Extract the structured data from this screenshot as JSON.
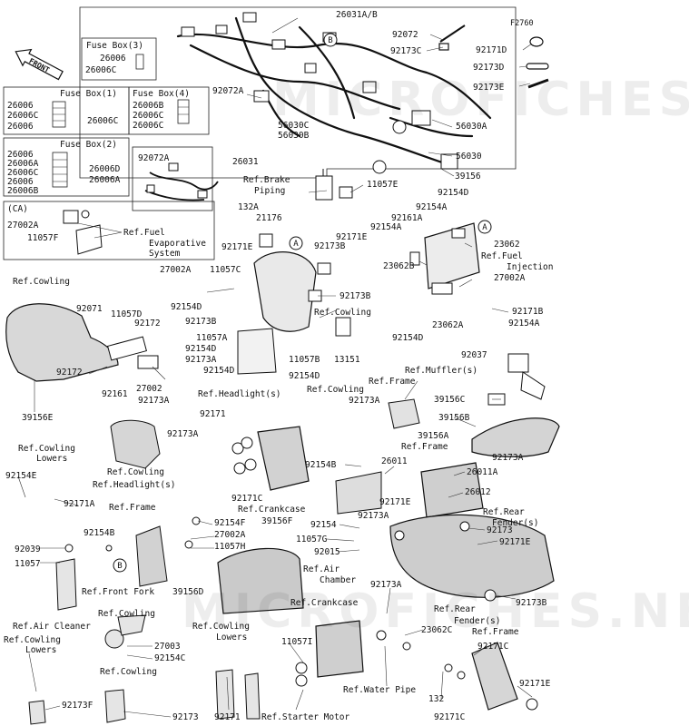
{
  "diagram": {
    "code": "F2760",
    "front_label": "FRONT",
    "watermarks": [
      "MICROFICHES.NET",
      "MICROFICHES.NET"
    ],
    "callouts": [
      "A",
      "B"
    ],
    "labels": [
      {
        "id": "l01",
        "t": "26031A/B"
      },
      {
        "id": "l02",
        "t": "F2760"
      },
      {
        "id": "l03",
        "t": "92072"
      },
      {
        "id": "l04",
        "t": "92171D"
      },
      {
        "id": "l05",
        "t": "92173C"
      },
      {
        "id": "l06",
        "t": "92173D"
      },
      {
        "id": "l07",
        "t": "92173E"
      },
      {
        "id": "l08",
        "t": "Fuse Box(3)"
      },
      {
        "id": "l09",
        "t": "26006"
      },
      {
        "id": "l10",
        "t": "26006C"
      },
      {
        "id": "l11",
        "t": "Fuse Box(1)"
      },
      {
        "id": "l12",
        "t": "Fuse Box(4)"
      },
      {
        "id": "l13",
        "t": "26006"
      },
      {
        "id": "l14",
        "t": "26006C"
      },
      {
        "id": "l15",
        "t": "26006"
      },
      {
        "id": "l16",
        "t": "26006C"
      },
      {
        "id": "l17",
        "t": "26006B"
      },
      {
        "id": "l18",
        "t": "26006C"
      },
      {
        "id": "l19",
        "t": "26006C"
      },
      {
        "id": "l20",
        "t": "92072A"
      },
      {
        "id": "l21",
        "t": "56030C"
      },
      {
        "id": "l22",
        "t": "56030B"
      },
      {
        "id": "l23",
        "t": "56030A"
      },
      {
        "id": "l24",
        "t": "Fuse Box(2)"
      },
      {
        "id": "l25",
        "t": "26006"
      },
      {
        "id": "l26",
        "t": "26006A"
      },
      {
        "id": "l27",
        "t": "26006C"
      },
      {
        "id": "l28",
        "t": "26006D"
      },
      {
        "id": "l29",
        "t": "26006"
      },
      {
        "id": "l30",
        "t": "26006A"
      },
      {
        "id": "l31",
        "t": "26006B"
      },
      {
        "id": "l32",
        "t": "92072A"
      },
      {
        "id": "l33",
        "t": "26031"
      },
      {
        "id": "l34",
        "t": "56030"
      },
      {
        "id": "l35",
        "t": "39156"
      },
      {
        "id": "l36",
        "t": "Ref.Brake"
      },
      {
        "id": "l37",
        "t": "Piping"
      },
      {
        "id": "l38",
        "t": "11057E"
      },
      {
        "id": "l39",
        "t": "(CA)"
      },
      {
        "id": "l40",
        "t": "27002A"
      },
      {
        "id": "l41",
        "t": "11057F"
      },
      {
        "id": "l42",
        "t": "Ref.Fuel"
      },
      {
        "id": "l43",
        "t": "Evaporative"
      },
      {
        "id": "l44",
        "t": "System"
      },
      {
        "id": "l45",
        "t": "132A"
      },
      {
        "id": "l46",
        "t": "21176"
      },
      {
        "id": "l47",
        "t": "92171E"
      },
      {
        "id": "l48",
        "t": "92154D"
      },
      {
        "id": "l49",
        "t": "92154A"
      },
      {
        "id": "l50",
        "t": "92161A"
      },
      {
        "id": "l51",
        "t": "92154A"
      },
      {
        "id": "l52",
        "t": "23062"
      },
      {
        "id": "l53",
        "t": "92171E"
      },
      {
        "id": "l54",
        "t": "92173B"
      },
      {
        "id": "l55",
        "t": "Ref.Fuel"
      },
      {
        "id": "l56",
        "t": "Injection"
      },
      {
        "id": "l57",
        "t": "23062B"
      },
      {
        "id": "l58",
        "t": "27002A"
      },
      {
        "id": "l59",
        "t": "27002A"
      },
      {
        "id": "l60",
        "t": "11057C"
      },
      {
        "id": "l61",
        "t": "Ref.Cowling"
      },
      {
        "id": "l62",
        "t": "92154D"
      },
      {
        "id": "l63",
        "t": "92173B"
      },
      {
        "id": "l64",
        "t": "92171B"
      },
      {
        "id": "l65",
        "t": "23062A"
      },
      {
        "id": "l66",
        "t": "92154A"
      },
      {
        "id": "l67",
        "t": "92071"
      },
      {
        "id": "l68",
        "t": "11057D"
      },
      {
        "id": "l69",
        "t": "92172"
      },
      {
        "id": "l70",
        "t": "Ref.Cowling"
      },
      {
        "id": "l71",
        "t": "92173B"
      },
      {
        "id": "l72",
        "t": "92154D"
      },
      {
        "id": "l73",
        "t": "11057A"
      },
      {
        "id": "l74",
        "t": "92154D"
      },
      {
        "id": "l75",
        "t": "92173A"
      },
      {
        "id": "l76",
        "t": "13151"
      },
      {
        "id": "l77",
        "t": "11057B"
      },
      {
        "id": "l78",
        "t": "92154D"
      },
      {
        "id": "l79",
        "t": "92154D"
      },
      {
        "id": "l80",
        "t": "92037"
      },
      {
        "id": "l81",
        "t": "Ref.Muffler(s)"
      },
      {
        "id": "l82",
        "t": "92172"
      },
      {
        "id": "l83",
        "t": "92161"
      },
      {
        "id": "l84",
        "t": "27002"
      },
      {
        "id": "l85",
        "t": "92173A"
      },
      {
        "id": "l86",
        "t": "Ref.Cowling"
      },
      {
        "id": "l87",
        "t": "Ref.Frame"
      },
      {
        "id": "l88",
        "t": "92173A"
      },
      {
        "id": "l89",
        "t": "Ref.Headlight(s)"
      },
      {
        "id": "l90",
        "t": "39156E"
      },
      {
        "id": "l91",
        "t": "92171"
      },
      {
        "id": "l92",
        "t": "39156C"
      },
      {
        "id": "l93",
        "t": "39156A"
      },
      {
        "id": "l94",
        "t": "39156B"
      },
      {
        "id": "l95",
        "t": "Ref.Frame"
      },
      {
        "id": "l96",
        "t": "92173A"
      },
      {
        "id": "l97",
        "t": "92173A"
      },
      {
        "id": "l98",
        "t": "Ref.Cowling"
      },
      {
        "id": "l99",
        "t": "Lowers"
      },
      {
        "id": "l100",
        "t": "Ref.Cowling"
      },
      {
        "id": "l101",
        "t": "Ref.Headlight(s)"
      },
      {
        "id": "l102",
        "t": "92154B"
      },
      {
        "id": "l103",
        "t": "26011"
      },
      {
        "id": "l104",
        "t": "26011A"
      },
      {
        "id": "l105",
        "t": "92154E"
      },
      {
        "id": "l106",
        "t": "92171A"
      },
      {
        "id": "l107",
        "t": "92171C"
      },
      {
        "id": "l108",
        "t": "26012"
      },
      {
        "id": "l109",
        "t": "Ref.Frame"
      },
      {
        "id": "l110",
        "t": "Ref.Crankcase"
      },
      {
        "id": "l111",
        "t": "92171E"
      },
      {
        "id": "l112",
        "t": "Ref.Rear"
      },
      {
        "id": "l113",
        "t": "Fender(s)"
      },
      {
        "id": "l114",
        "t": "92154F"
      },
      {
        "id": "l115",
        "t": "39156F"
      },
      {
        "id": "l116",
        "t": "92154"
      },
      {
        "id": "l117",
        "t": "92173A"
      },
      {
        "id": "l118",
        "t": "92173"
      },
      {
        "id": "l119",
        "t": "27002A"
      },
      {
        "id": "l120",
        "t": "92154B"
      },
      {
        "id": "l121",
        "t": "11057H"
      },
      {
        "id": "l122",
        "t": "11057G"
      },
      {
        "id": "l123",
        "t": "92171E"
      },
      {
        "id": "l124",
        "t": "92039"
      },
      {
        "id": "l125",
        "t": "92015"
      },
      {
        "id": "l126",
        "t": "11057"
      },
      {
        "id": "l127",
        "t": "Ref.Air"
      },
      {
        "id": "l128",
        "t": "Chamber"
      },
      {
        "id": "l129",
        "t": "39156D"
      },
      {
        "id": "l130",
        "t": "92173A"
      },
      {
        "id": "l131",
        "t": "Ref.Front Fork"
      },
      {
        "id": "l132",
        "t": "Ref.Crankcase"
      },
      {
        "id": "l133",
        "t": "Ref.Air Cleaner"
      },
      {
        "id": "l134",
        "t": "Ref.Rear"
      },
      {
        "id": "l135",
        "t": "92173B"
      },
      {
        "id": "l136",
        "t": "Fender(s)"
      },
      {
        "id": "l137",
        "t": "23062C"
      },
      {
        "id": "l138",
        "t": "Ref.Cowling"
      },
      {
        "id": "l139",
        "t": "Ref.Cowling"
      },
      {
        "id": "l140",
        "t": "Ref.Frame"
      },
      {
        "id": "l141",
        "t": "27003"
      },
      {
        "id": "l142",
        "t": "Lowers"
      },
      {
        "id": "l143",
        "t": "Lowers"
      },
      {
        "id": "l144",
        "t": "11057I"
      },
      {
        "id": "l145",
        "t": "92171C"
      },
      {
        "id": "l146",
        "t": "92154C"
      },
      {
        "id": "l147",
        "t": "Ref.Cowling"
      },
      {
        "id": "l148",
        "t": "92171E"
      },
      {
        "id": "l149",
        "t": "Ref.Water Pipe"
      },
      {
        "id": "l150",
        "t": "92173F"
      },
      {
        "id": "l151",
        "t": "132"
      },
      {
        "id": "l152",
        "t": "92173"
      },
      {
        "id": "l153",
        "t": "92171"
      },
      {
        "id": "l154",
        "t": "Ref.Starter Motor"
      },
      {
        "id": "l155",
        "t": "92171C"
      }
    ]
  }
}
